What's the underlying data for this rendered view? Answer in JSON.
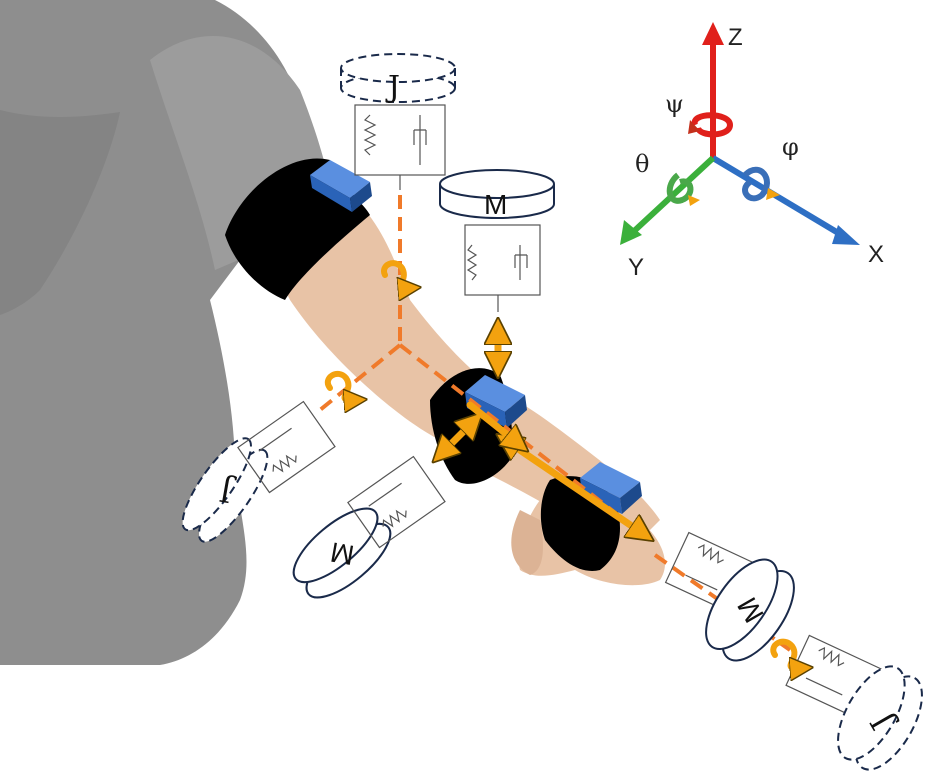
{
  "colors": {
    "shirt": "#8e8e8e",
    "shirt_dark": "#7a7a7a",
    "skin": "#e8c3a6",
    "strap": "#000000",
    "sensor": "#2a63b8",
    "link_dashed": "#f07a2a",
    "arrow_orange": "#f3a20f",
    "axis_z": "#e0201b",
    "axis_x": "#2e6fc4",
    "axis_y": "#3bb03b"
  },
  "axes": {
    "z": "Z",
    "x": "X",
    "y": "Y",
    "psi": "ψ",
    "phi": "φ",
    "theta": "θ"
  },
  "labels": {
    "upper_inertia": "J",
    "upper_mass": "M",
    "left_inertia": "J",
    "left_mass": "M",
    "right_mass": "M",
    "right_inertia": "J"
  }
}
